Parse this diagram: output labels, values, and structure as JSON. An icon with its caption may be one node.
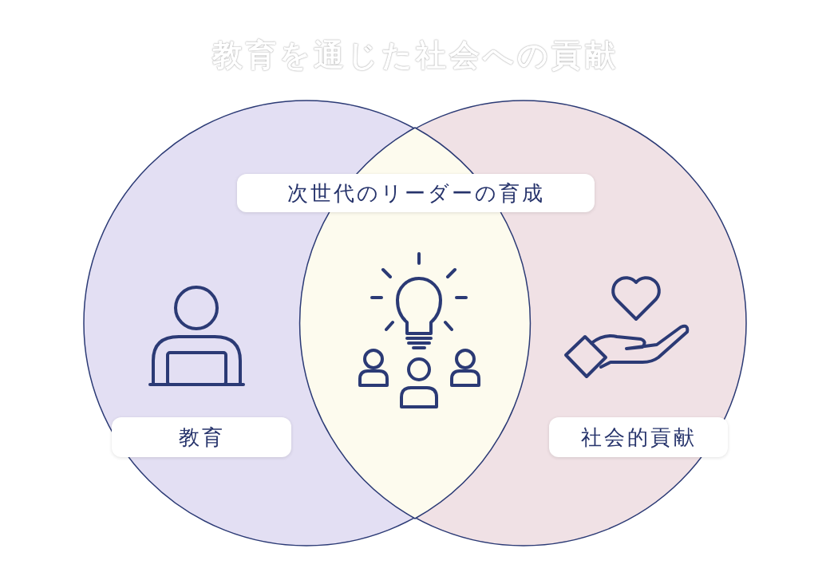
{
  "diagram": {
    "title": "教育を通じた社会への貢献",
    "nodes": [
      {
        "text": [
          "教育"
        ]
      },
      {
        "text": [
          "社会的貢献"
        ]
      },
      {
        "text": [
          "次世代のリーダーの育成"
        ]
      }
    ]
  }
}
